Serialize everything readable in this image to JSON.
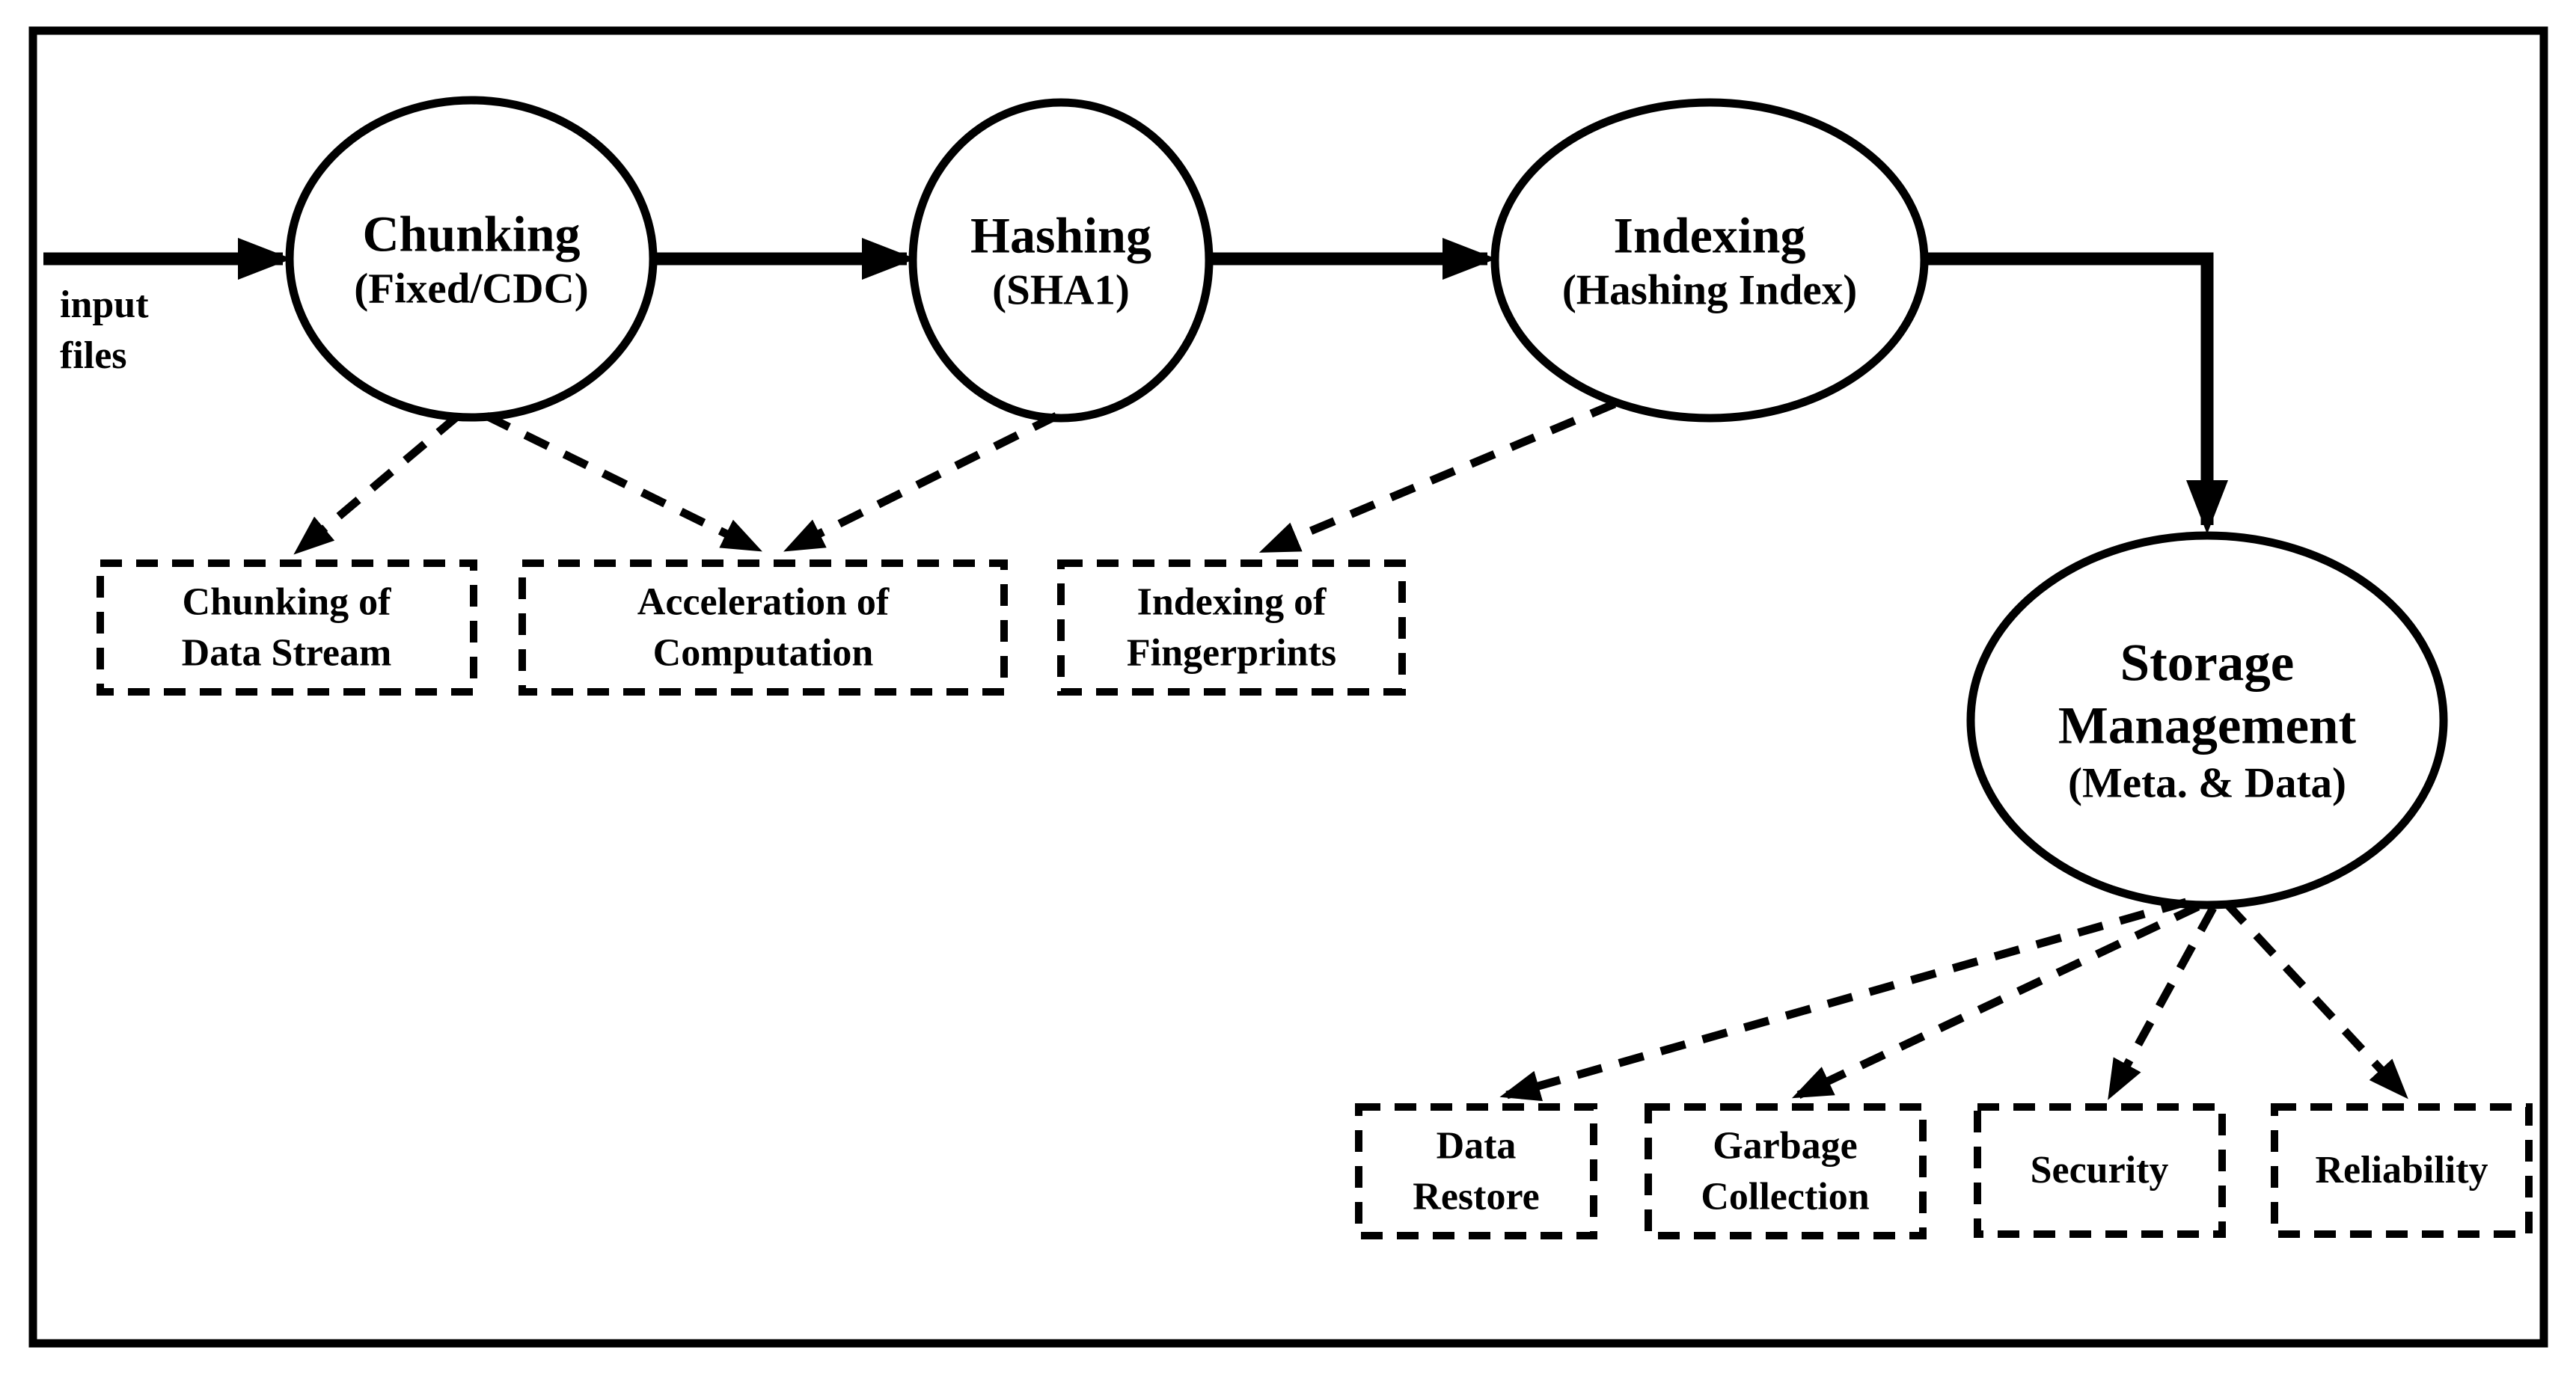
{
  "figure": {
    "type": "flow-diagram",
    "background": "#ffffff",
    "ink": "#000000"
  },
  "input_label": {
    "line1": "input",
    "line2": "files"
  },
  "nodes": {
    "chunking": {
      "title": "Chunking",
      "subtitle": "(Fixed/CDC)"
    },
    "hashing": {
      "title": "Hashing",
      "subtitle": "(SHA1)"
    },
    "indexing": {
      "title": "Indexing",
      "subtitle": "(Hashing Index)"
    },
    "storage": {
      "title1": "Storage",
      "title2": "Management",
      "subtitle": "(Meta. & Data)"
    }
  },
  "boxes": {
    "chunking_data_stream": {
      "line1": "Chunking of",
      "line2": "Data Stream"
    },
    "acceleration": {
      "line1": "Acceleration of",
      "line2": "Computation"
    },
    "indexing_fingerprints": {
      "line1": "Indexing of",
      "line2": "Fingerprints"
    },
    "data_restore": {
      "line1": "Data",
      "line2": "Restore"
    },
    "garbage_collection": {
      "line1": "Garbage",
      "line2": "Collection"
    },
    "security": {
      "label": "Security"
    },
    "reliability": {
      "label": "Reliability"
    }
  }
}
